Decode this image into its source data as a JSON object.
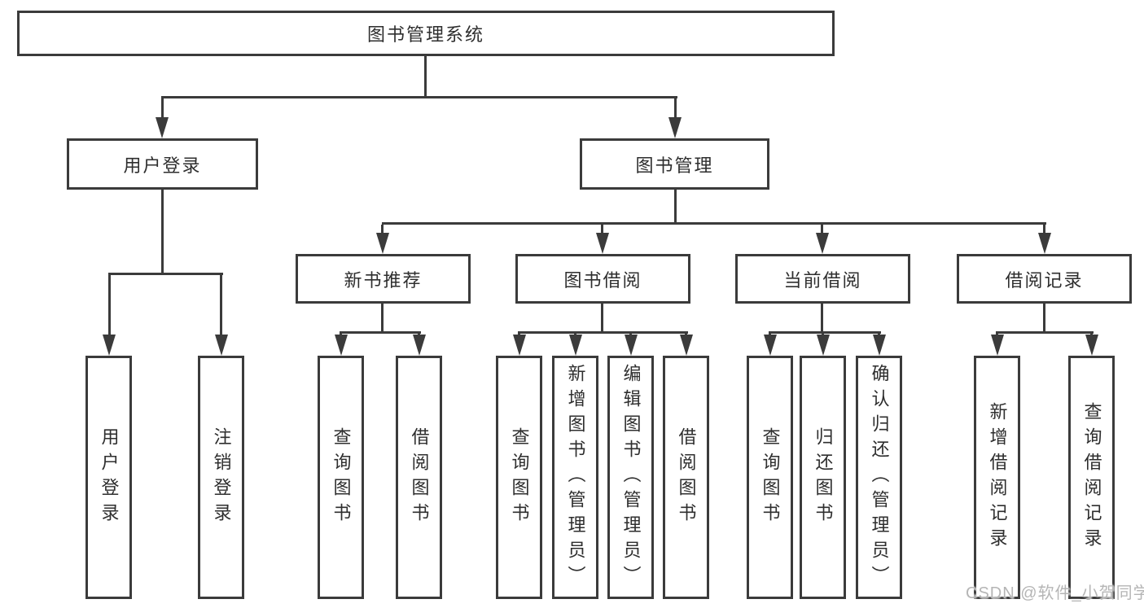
{
  "diagram": {
    "root": {
      "label": "图书管理系统"
    },
    "level2": [
      {
        "label": "用户登录"
      },
      {
        "label": "图书管理"
      }
    ],
    "level3": [
      {
        "label": "新书推荐",
        "parent": "图书管理"
      },
      {
        "label": "图书借阅",
        "parent": "图书管理"
      },
      {
        "label": "当前借阅",
        "parent": "图书管理"
      },
      {
        "label": "借阅记录",
        "parent": "图书管理"
      }
    ],
    "leaves": [
      {
        "label": "用户登录",
        "parent": "用户登录"
      },
      {
        "label": "注销登录",
        "parent": "用户登录"
      },
      {
        "label": "查询图书",
        "parent": "新书推荐"
      },
      {
        "label": "借阅图书",
        "parent": "新书推荐"
      },
      {
        "label": "查询图书",
        "parent": "图书借阅"
      },
      {
        "label": "新增图书（管理员）",
        "parent": "图书借阅"
      },
      {
        "label": "编辑图书（管理员）",
        "parent": "图书借阅"
      },
      {
        "label": "借阅图书",
        "parent": "图书借阅"
      },
      {
        "label": "查询图书",
        "parent": "当前借阅"
      },
      {
        "label": "归还图书",
        "parent": "当前借阅"
      },
      {
        "label": "确认归还（管理员）",
        "parent": "当前借阅"
      },
      {
        "label": "新增借阅记录",
        "parent": "借阅记录"
      },
      {
        "label": "查询借阅记录",
        "parent": "借阅记录"
      }
    ],
    "colors": {
      "line": "#3b3b3b",
      "text": "#2e2e2e",
      "background": "#ffffff",
      "watermark": "#b5b5b5"
    }
  },
  "watermark": {
    "text": "CSDN @软件_小贺同学"
  }
}
